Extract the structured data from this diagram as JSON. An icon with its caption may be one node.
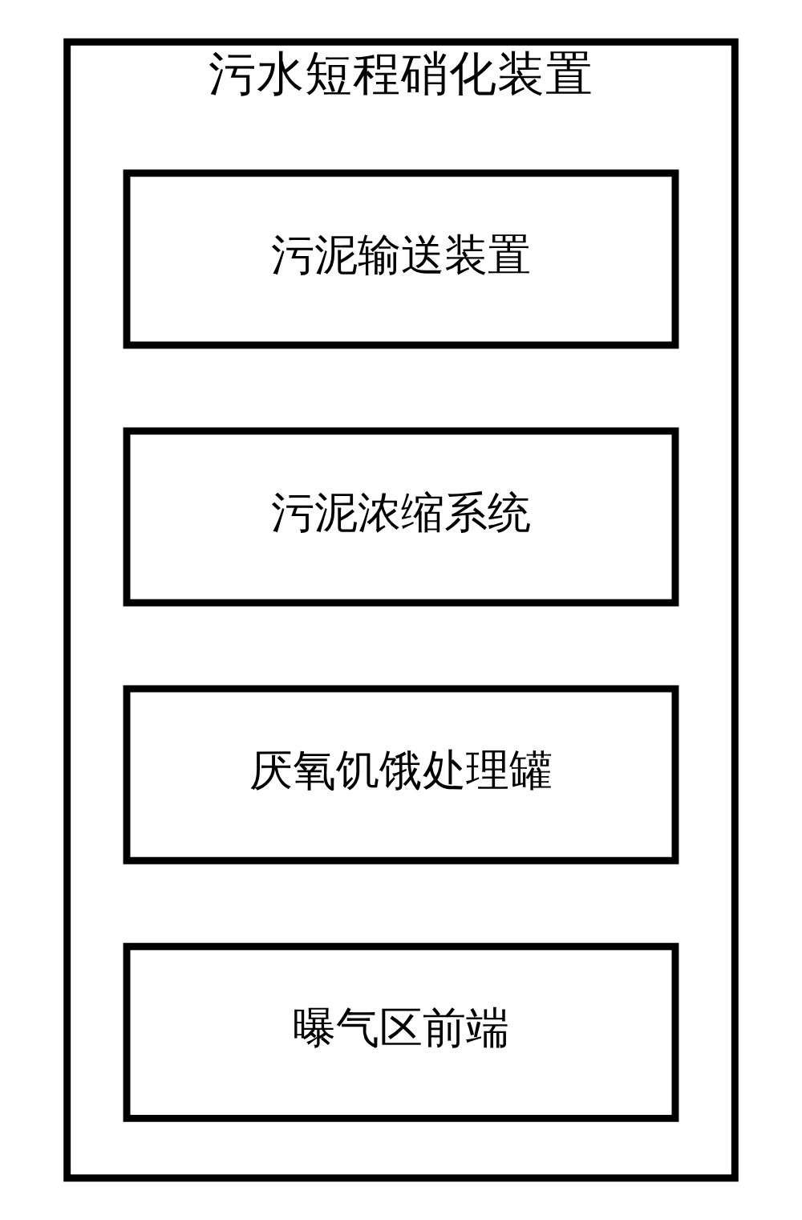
{
  "diagram": {
    "nodes": [
      {
        "text": [
          "污水短程硝化装置"
        ]
      },
      {
        "text": [
          "污泥输送装置"
        ],
        "in": 0
      },
      {
        "text": [
          "污泥浓缩系统"
        ],
        "in": 0
      },
      {
        "text": [
          "厌氧饥饿处理罐"
        ],
        "in": 0
      },
      {
        "text": [
          "曝气区前端"
        ],
        "in": 0
      }
    ]
  }
}
